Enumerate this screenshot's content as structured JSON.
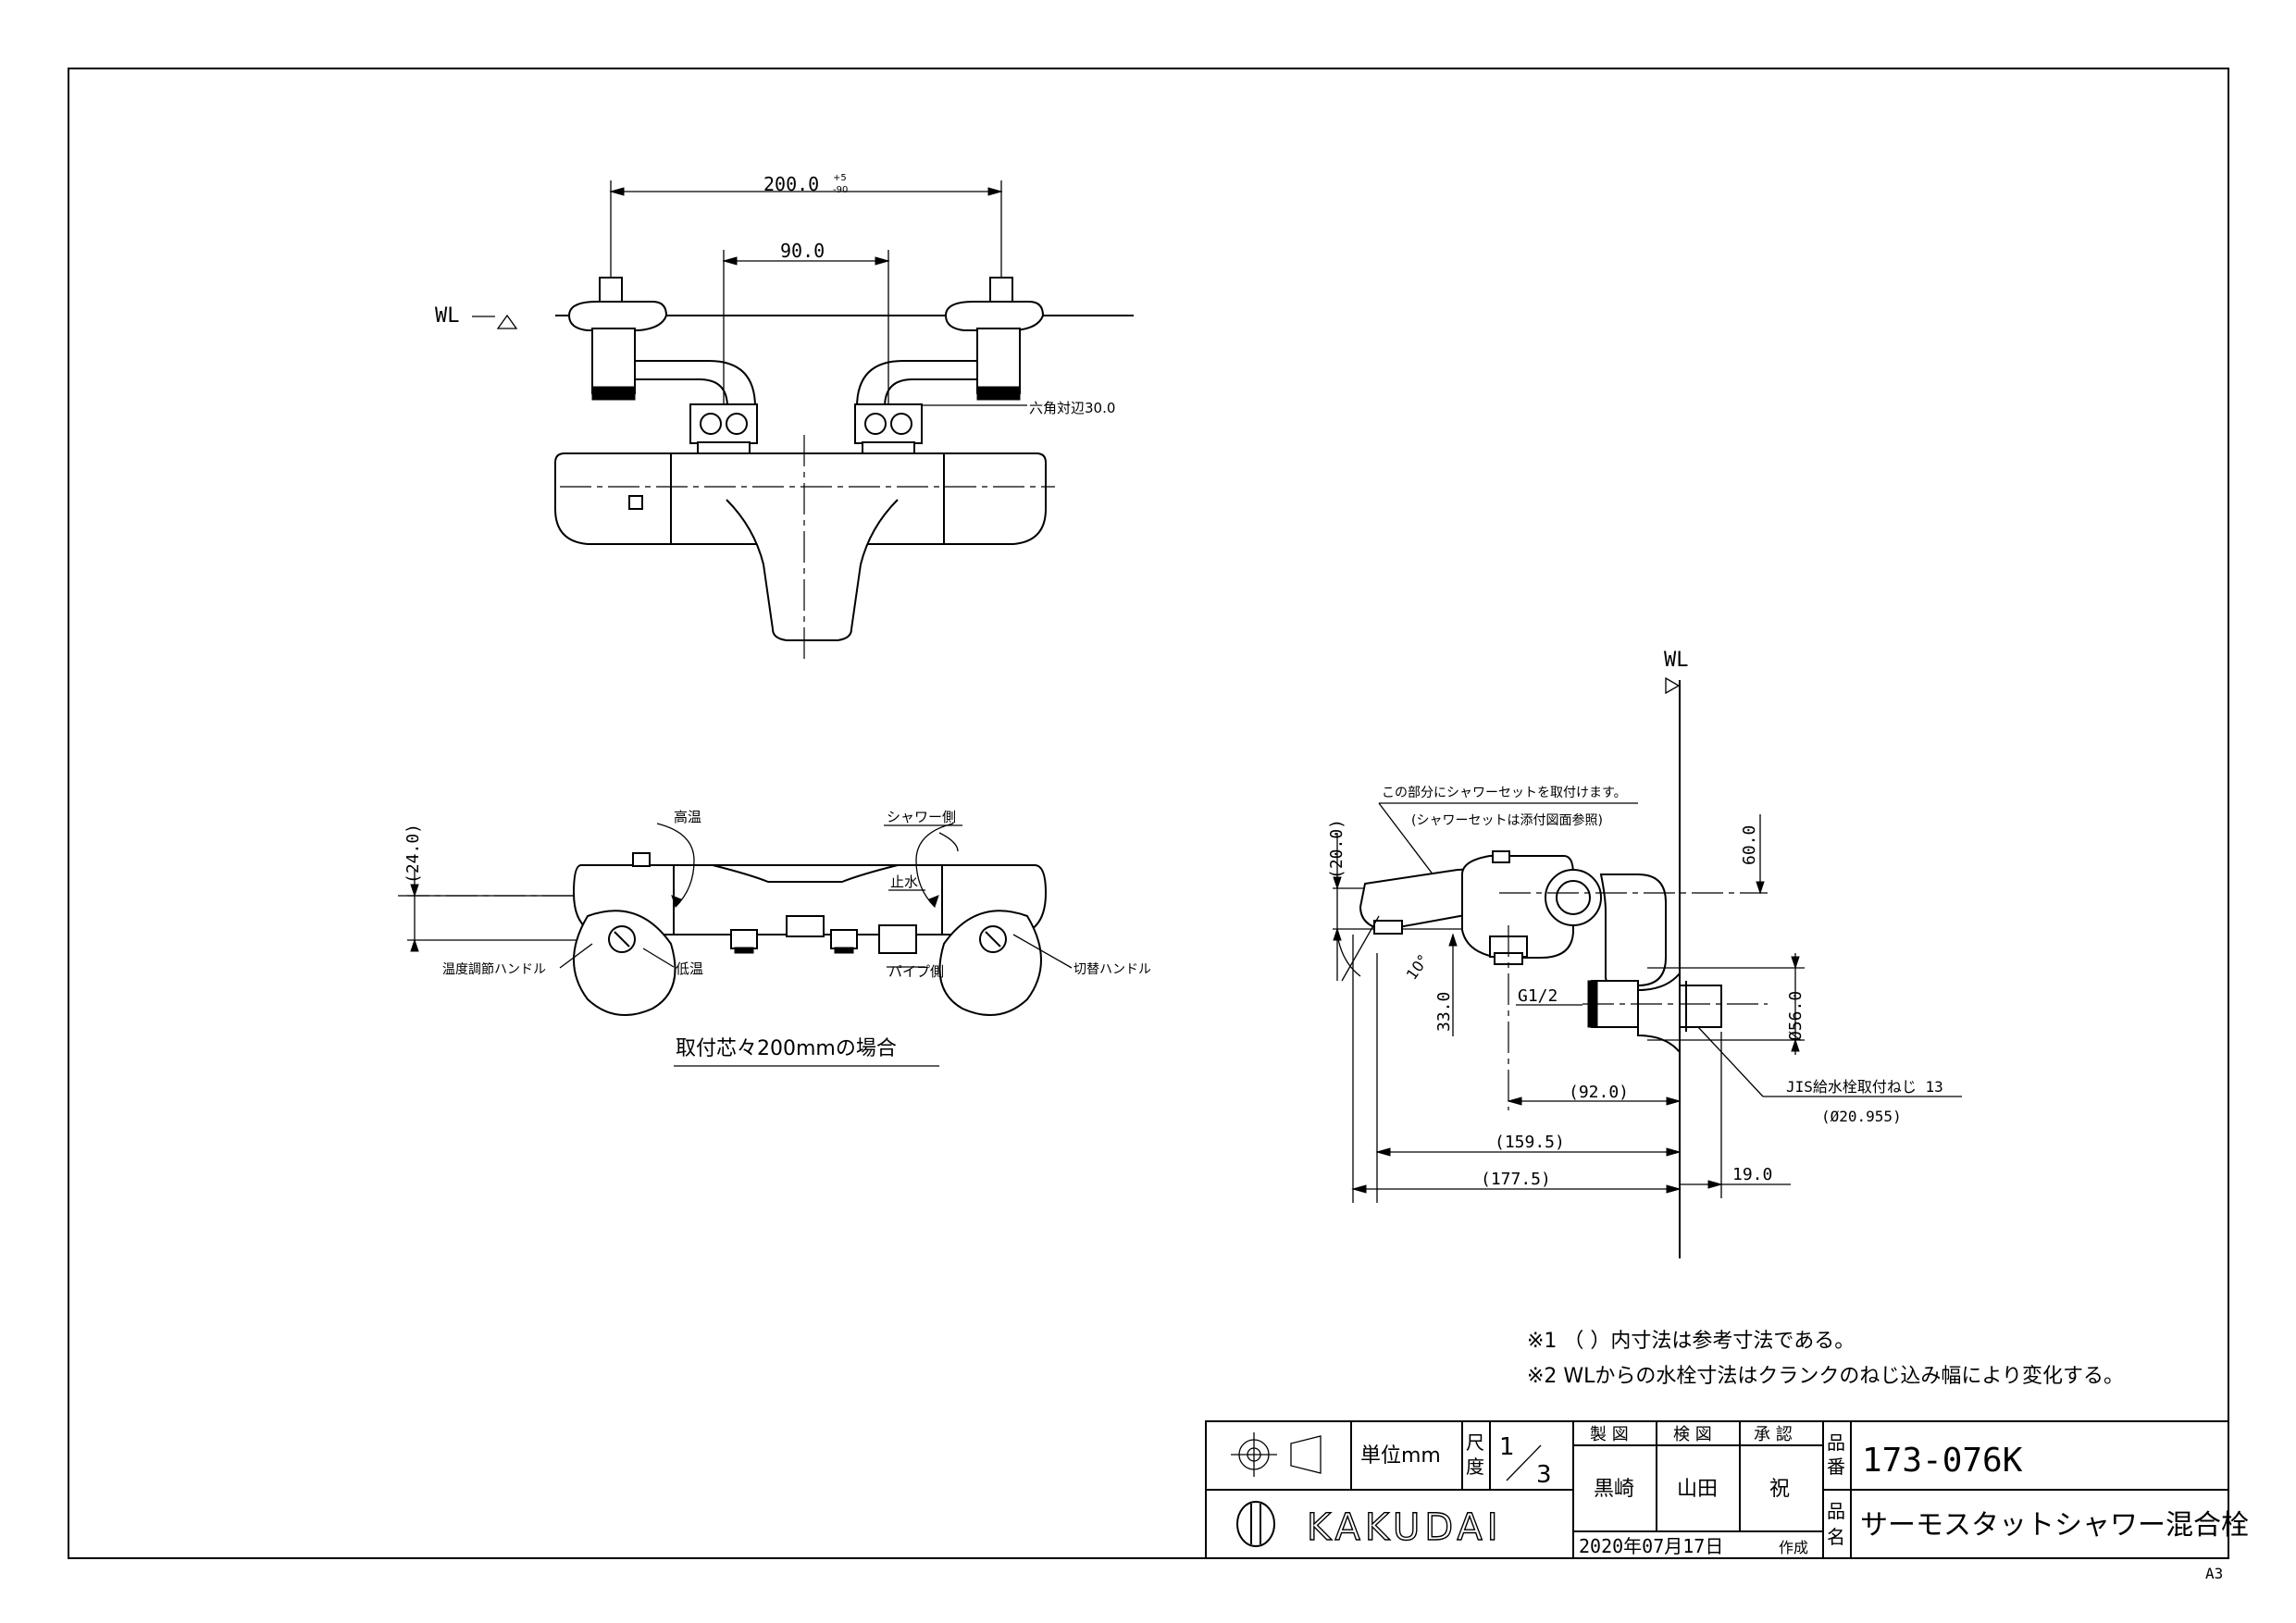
{
  "front_view": {
    "dim_overall": "200.0",
    "dim_overall_tol_plus": "+5",
    "dim_overall_tol_minus": "-90",
    "dim_center": "90.0",
    "wl": "WL",
    "hex_label": "六角対辺30.0"
  },
  "plan_view": {
    "dim_height": "(24.0)",
    "high_temp": "高温",
    "low_temp": "低温",
    "shower_side": "シャワー側",
    "stop_water": "止水",
    "pipe_side": "パイプ側",
    "temp_handle": "温度調節ハンドル",
    "switch_handle": "切替ハンドル",
    "caption": "取付芯々200mmの場合"
  },
  "side_view": {
    "wl": "WL",
    "note_line1": "この部分にシャワーセットを取付けます。",
    "note_line2": "(シャワーセットは添付図面参照)",
    "dim_20": "(20.0)",
    "dim_60": "60.0",
    "angle": "10°",
    "dim_33": "33.0",
    "thread": "G1/2",
    "dim_dia56": "Ø56.0",
    "dim_92": "(92.0)",
    "dim_1595": "(159.5)",
    "dim_1775": "(177.5)",
    "dim_19": "19.0",
    "jis_line1": "JIS給水栓取付ねじ 13",
    "jis_line2": "(Ø20.955)"
  },
  "notes": [
    "※1 （ ）内寸法は参考寸法である。",
    "※2 WLからの水栓寸法はクランクのねじ込み幅により変化する。"
  ],
  "title_block": {
    "unit_label": "単位mm",
    "scale_label_1": "尺",
    "scale_label_2": "度",
    "scale_num": "1",
    "scale_den": "3",
    "made_label": "製 図",
    "check_label": "検 図",
    "approve_label": "承 認",
    "drawer": "黒崎",
    "checker": "山田",
    "approver": "祝",
    "date": "2020年07月17日",
    "made_suffix": "作成",
    "part_no_label_1": "品",
    "part_no_label_2": "番",
    "part_no": "173-076K",
    "name_label_1": "品",
    "name_label_2": "名",
    "part_name": "サーモスタットシャワー混合栓",
    "brand": "KAKUDAI",
    "sheet_size": "A3"
  }
}
